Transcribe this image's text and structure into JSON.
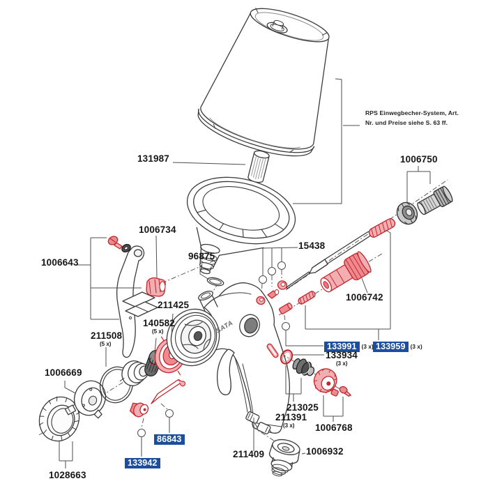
{
  "title": "SATA spray gun exploded parts diagram",
  "brand_logo": "SATA",
  "note": {
    "line1": "RPS Einwegbecher-System, Art.",
    "line2": "Nr.  und Preise siehe S. 63 ff."
  },
  "qty": {
    "three": "(3 x)",
    "five": "(5 x)"
  },
  "parts": {
    "p131987": "131987",
    "p1006750": "1006750",
    "p1006734": "1006734",
    "p1006643": "1006643",
    "p96875": "96875",
    "p15438": "15438",
    "p1006742": "1006742",
    "p211425": "211425",
    "p140582": "140582",
    "p211508": "211508",
    "p1006669": "1006669",
    "p1028663": "1028663",
    "p86843": "86843",
    "p133942": "133942",
    "p133991": "133991",
    "p133959": "133959",
    "p133934": "133934",
    "p213025": "213025",
    "p211391": "211391",
    "p1006768": "1006768",
    "p211409": "211409",
    "p1006932": "1006932"
  },
  "colors": {
    "line": "#3a3a3a",
    "leader": "#4d4d4d",
    "highlight_red": "#c1272d",
    "highlight_red_fill": "#f3aeb2",
    "highlight_blue": "#1d4e9e",
    "label_text": "#161616"
  }
}
